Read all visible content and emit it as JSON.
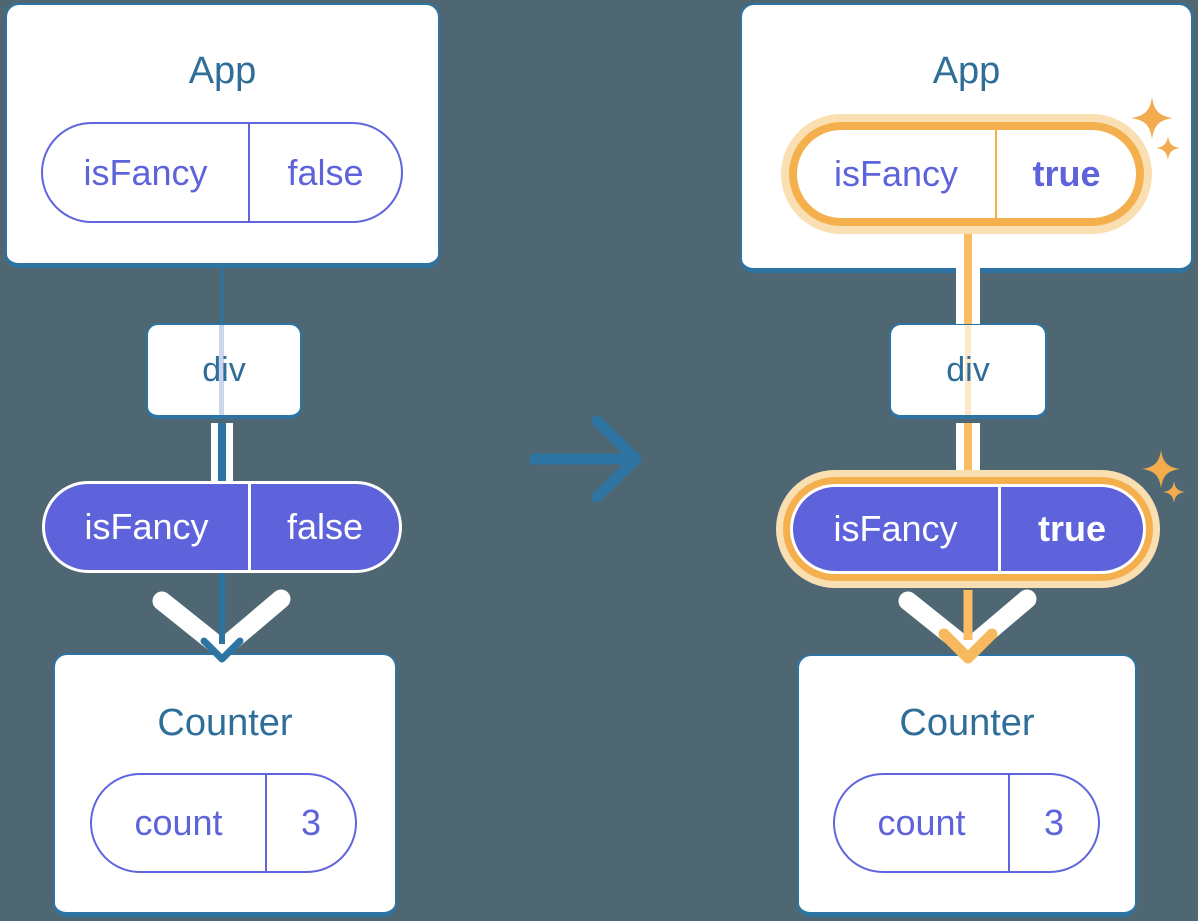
{
  "colors": {
    "background": "#4E6773",
    "teal_stroke": "#2E74A3",
    "title_text": "#2E6E99",
    "purple": "#5E63DB",
    "purple_border": "#6065DE",
    "orange_ring": "#F5B04E",
    "peach_ring": "#FADFB2",
    "orange_flow": "#FABD64",
    "sparkle": "#F2AB4D",
    "white": "#FFFFFF"
  },
  "left": {
    "app": {
      "title": "App",
      "state_pill": {
        "key": "isFancy",
        "value": "false"
      }
    },
    "div": {
      "label": "div"
    },
    "prop_pill": {
      "key": "isFancy",
      "value": "false"
    },
    "counter": {
      "title": "Counter",
      "state_pill": {
        "key": "count",
        "value": "3"
      }
    }
  },
  "right": {
    "app": {
      "title": "App",
      "state_pill": {
        "key": "isFancy",
        "value": "true"
      }
    },
    "div": {
      "label": "div"
    },
    "prop_pill": {
      "key": "isFancy",
      "value": "true"
    },
    "counter": {
      "title": "Counter",
      "state_pill": {
        "key": "count",
        "value": "3"
      }
    }
  }
}
